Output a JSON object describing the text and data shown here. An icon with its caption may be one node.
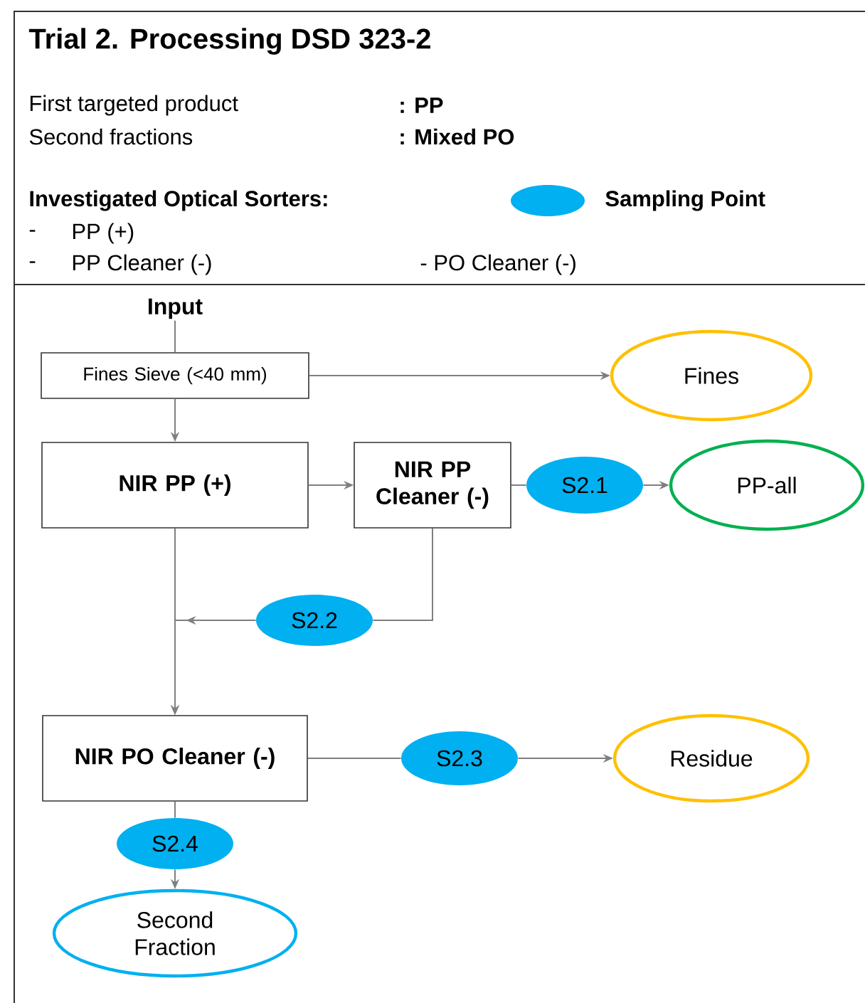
{
  "diagram": {
    "title": "Trial 2. Processing DSD 323-2",
    "nodes": [
      {
        "text": [
          "Input"
        ]
      },
      {
        "text": [
          "Fines Sieve (<40 mm)"
        ]
      },
      {
        "text": [
          "Fines"
        ]
      },
      {
        "text": [
          "NIR PP (+)"
        ]
      },
      {
        "text": [
          "NIR PP Cleaner (-)"
        ]
      },
      {
        "text": [
          "S2.1"
        ]
      },
      {
        "text": [
          "PP-all"
        ]
      },
      {
        "text": [
          "S2.2"
        ]
      },
      {
        "text": [
          "NIR PO Cleaner (-)"
        ]
      },
      {
        "text": [
          "S2.3"
        ]
      },
      {
        "text": [
          "Residue"
        ]
      },
      {
        "text": [
          "S2.4"
        ]
      },
      {
        "text": [
          "Second Fraction"
        ]
      }
    ],
    "edges": [
      {
        "from": 0,
        "to": 1,
        "arrow": "none"
      },
      {
        "from": 1,
        "to": 2,
        "arrow": "to"
      },
      {
        "from": 1,
        "to": 3,
        "arrow": "to"
      },
      {
        "from": 3,
        "to": 4,
        "arrow": "to"
      },
      {
        "from": 4,
        "to": 5,
        "arrow": "none"
      },
      {
        "from": 5,
        "to": 6,
        "arrow": "to"
      },
      {
        "from": 4,
        "to": 7,
        "arrow": "none"
      },
      {
        "from": 7,
        "to": 8,
        "arrow": "to"
      },
      {
        "from": 3,
        "to": 8,
        "arrow": "to"
      },
      {
        "from": 8,
        "to": 9,
        "arrow": "none"
      },
      {
        "from": 9,
        "to": 10,
        "arrow": "to"
      },
      {
        "from": 8,
        "to": 11,
        "arrow": "none"
      },
      {
        "from": 11,
        "to": 12,
        "arrow": "to"
      }
    ],
    "labels": [
      "First targeted product",
      ": PP",
      "Second fractions",
      ": Mixed PO",
      "Investigated Optical Sorters:",
      "-",
      "PP (+)",
      "-",
      "PP Cleaner (-)",
      "- PO Cleaner (-)"
    ],
    "legend": [
      {
        "text": "Sampling Point",
        "color": "#00b0f0"
      }
    ]
  }
}
